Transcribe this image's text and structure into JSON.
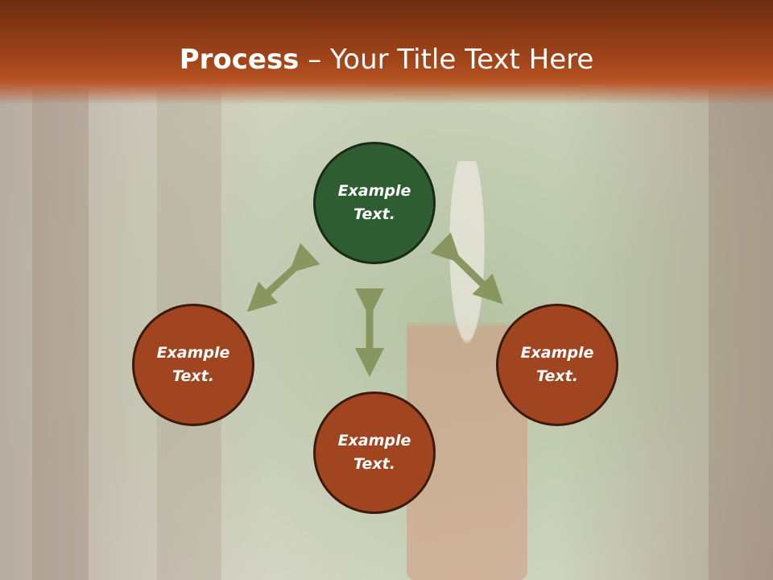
{
  "title": {
    "bold": "Process",
    "rest": " – Your Title Text Here"
  },
  "colors": {
    "title_bar": "#a4461a",
    "center_node": "#2f5d32",
    "outer_node": "#a04520",
    "arrow": "#8a9660",
    "text": "#ffffff"
  },
  "nodes": {
    "center": "Example\nText.",
    "left": "Example\nText.",
    "right": "Example\nText.",
    "bottom": "Example\nText."
  }
}
